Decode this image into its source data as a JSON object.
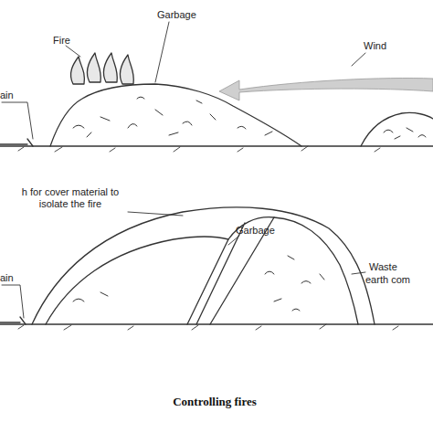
{
  "diagram": {
    "caption": "Controlling fires",
    "labels": [
      "Fire",
      "Garbage",
      "Wind",
      "ain",
      "h for cover material to isolate the fire",
      "Garbage",
      "ain",
      "Waste",
      "earth com"
    ]
  }
}
